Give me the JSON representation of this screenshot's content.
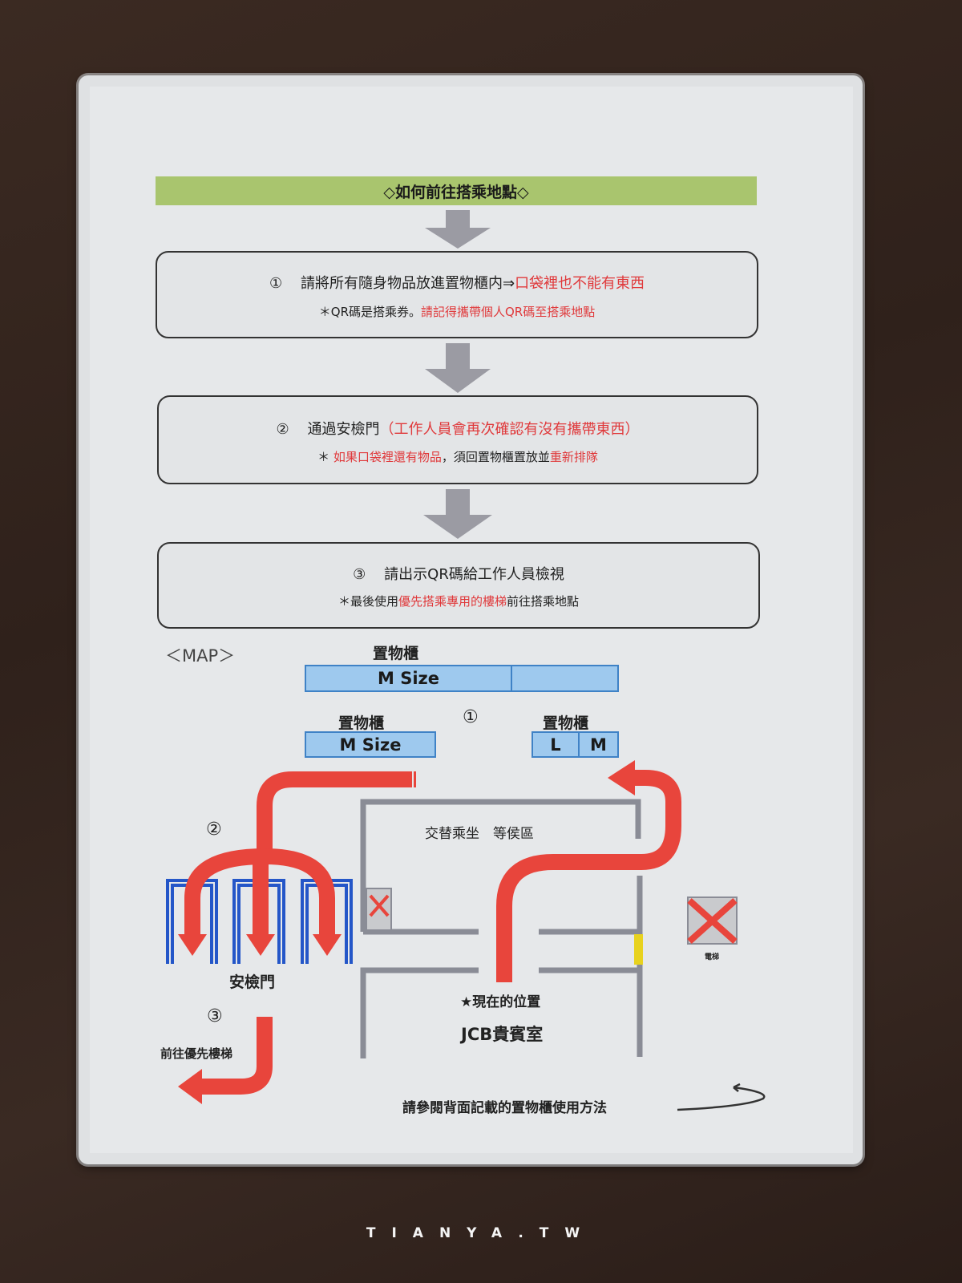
{
  "header": {
    "title": "◇如何前往搭乘地點◇"
  },
  "steps": [
    {
      "num": "①",
      "main": "請將所有隨身物品放進置物櫃内⇒",
      "main_red": "口袋裡也不能有東西",
      "note_prefix": "＊QR碼是搭乘券。",
      "note_red": "請記得攜帶個人QR碼至搭乘地點"
    },
    {
      "num": "②",
      "main": "通過安檢門",
      "main_red": "（工作人員會再次確認有沒有攜帶東西）",
      "note_prefix": "＊ ",
      "note_red": "如果口袋裡還有物品",
      "note_mid": "，須回置物櫃置放並",
      "note_red2": "重新排隊"
    },
    {
      "num": "③",
      "main": "請出示QR碼給工作人員檢視",
      "note_prefix": "＊最後使用",
      "note_red": "優先搭乘專用的樓梯",
      "note_suffix": "前往搭乘地點"
    }
  ],
  "map": {
    "heading": "＜MAP＞",
    "locker_top": {
      "label": "置物櫃",
      "size": "M Size"
    },
    "locker_left": {
      "label": "置物櫃",
      "size": "M Size"
    },
    "locker_right": {
      "label": "置物櫃",
      "sizes": [
        "L",
        "M"
      ]
    },
    "marker_1": "①",
    "marker_2": "②",
    "marker_3": "③",
    "waiting_area": "交替乘坐　等侯區",
    "security_gate": "安檢門",
    "priority_stairs": "前往優先樓梯",
    "current_position": "★現在的位置",
    "lounge": "JCB貴賓室",
    "elevator": "電梯",
    "footer_note": "請參閱背面記載的置物櫃使用方法"
  },
  "colors": {
    "accent_green": "#a9c56e",
    "red": "#e8453c",
    "locker_blue": "#9ec9ee",
    "gate_blue": "#2456c8",
    "wall_gray": "#8a8c96"
  },
  "watermark": "TIANYA.TW"
}
